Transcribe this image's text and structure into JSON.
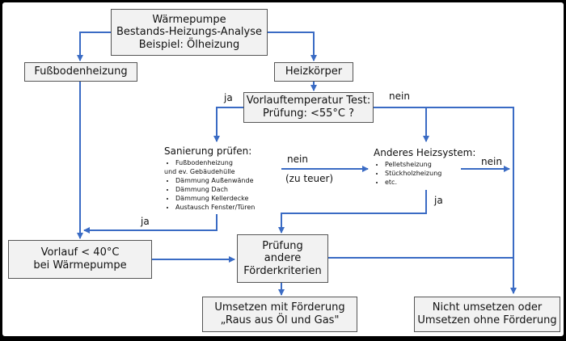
{
  "title_box": {
    "line1": "Wärmepumpe",
    "line2": "Bestands-Heizungs-Analyse",
    "line3": "Beispiel: Ölheizung"
  },
  "floor_heating": "Fußbodenheizung",
  "radiator": "Heizkörper",
  "flow_test": {
    "line1": "Vorlauftemperatur Test:",
    "line2": "Prüfung: <55°C ?"
  },
  "labels": {
    "yes_flow_test": "ja",
    "no_flow_test": "nein",
    "no_too_expensive_1": "nein",
    "no_too_expensive_2": "(zu teuer)",
    "no_other_heating": "nein",
    "yes_other_heating": "ja",
    "yes_renovation": "ja"
  },
  "renovation": {
    "heading": "Sanierung prüfen:",
    "items": [
      "Fußbodenheizung",
      "und ev. Gebäudehülle",
      "Dämmung Außenwände",
      "Dämmung Dach",
      "Dämmung Kellerdecke",
      "Austausch Fenster/Türen"
    ]
  },
  "other_heating": {
    "heading": "Anderes Heizsystem:",
    "items": [
      "Pelletsheizung",
      "Stückholzheizung",
      "etc."
    ]
  },
  "flow_temp_box": {
    "line1": "Vorlauf < 40°C",
    "line2": "bei Wärmepumpe"
  },
  "check_box": {
    "line1": "Prüfung",
    "line2": "andere",
    "line3": "Förderkriterien"
  },
  "with_funding": {
    "line1": "Umsetzen mit Förderung",
    "line2": "„Raus aus Öl und Gas\""
  },
  "no_funding": {
    "line1": "Nicht umsetzen oder",
    "line2": "Umsetzen ohne Förderung"
  },
  "colors": {
    "arrow": "#3a6bc4",
    "box_fill": "#f2f2f2",
    "box_border": "#555555"
  }
}
